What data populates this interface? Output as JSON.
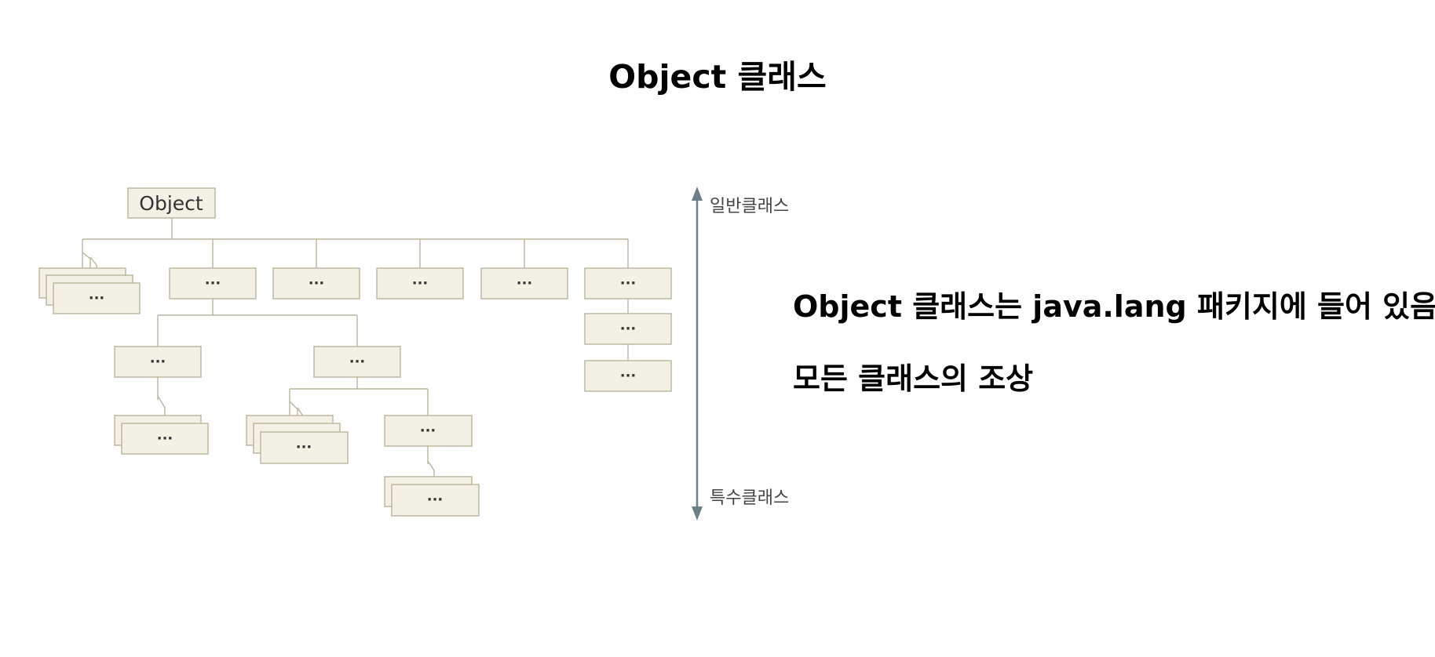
{
  "title": "Object 클래스",
  "diagram": {
    "root_label": "Object",
    "node_label": "···",
    "axis_top_label": "일반클래스",
    "axis_bottom_label": "특수클래스"
  },
  "description": {
    "line1": "Object 클래스는 java.lang 패키지에 들어 있음",
    "line2": "모든 클래스의 조상"
  }
}
